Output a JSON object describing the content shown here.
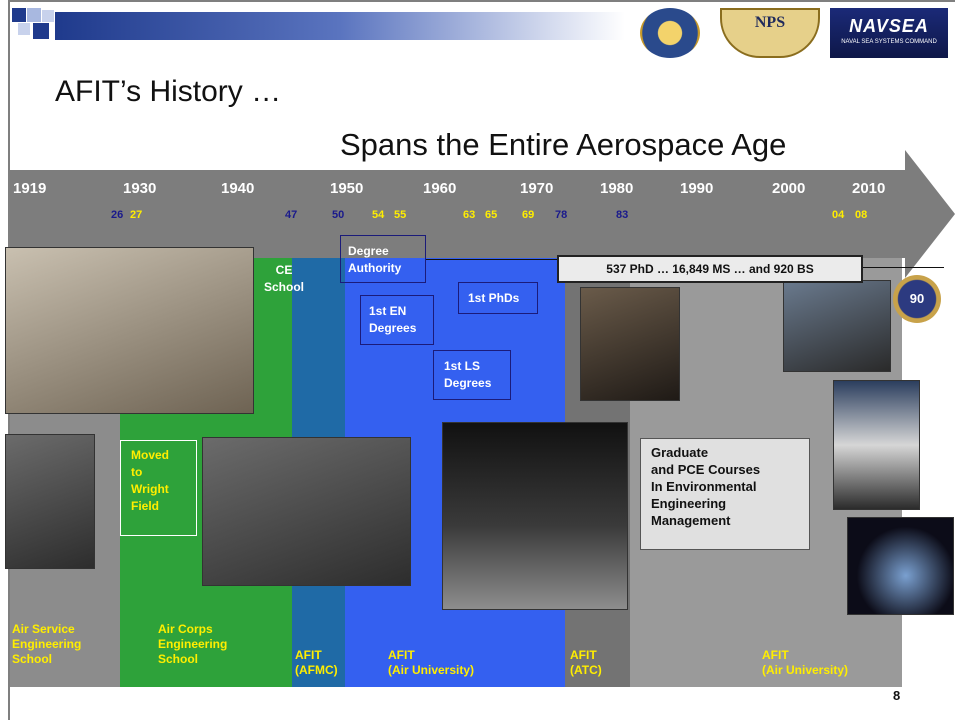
{
  "slide": {
    "title": "AFIT’s History …",
    "subtitle": "Spans the Entire Aerospace Age",
    "page_number": "8"
  },
  "logos": [
    {
      "name": "air-university-seal",
      "text": ""
    },
    {
      "name": "nps-shield",
      "text": "NPS"
    },
    {
      "name": "navsea-logo",
      "text": "NAVSEA",
      "subtext": "NAVAL SEA SYSTEMS COMMAND"
    }
  ],
  "timeline": {
    "years": [
      "1919",
      "1930",
      "1940",
      "1950",
      "1960",
      "1970",
      "1980",
      "1990",
      "2000",
      "2010"
    ],
    "ticks": [
      {
        "label": "26",
        "color": "blue"
      },
      {
        "label": "27",
        "color": "yellow"
      },
      {
        "label": "47",
        "color": "blue"
      },
      {
        "label": "50",
        "color": "blue"
      },
      {
        "label": "54",
        "color": "yellow"
      },
      {
        "label": "55",
        "color": "yellow"
      },
      {
        "label": "63",
        "color": "yellow"
      },
      {
        "label": "65",
        "color": "yellow"
      },
      {
        "label": "69",
        "color": "yellow"
      },
      {
        "label": "78",
        "color": "blue"
      },
      {
        "label": "83",
        "color": "blue"
      },
      {
        "label": "04",
        "color": "yellow"
      },
      {
        "label": "08",
        "color": "yellow"
      }
    ]
  },
  "eras": [
    {
      "label": "Air Service Engineering School",
      "lines": [
        "Air Service",
        "Engineering",
        "School"
      ],
      "color": "#8c8c8c"
    },
    {
      "label": "Air Corps Engineering School",
      "lines": [
        "Air Corps",
        "Engineering",
        "School"
      ],
      "color": "#2ea23a"
    },
    {
      "label": "AFIT (AFMC)",
      "lines": [
        "AFIT",
        "(AFMC)"
      ],
      "color": "#1f6aa6"
    },
    {
      "label": "AFIT (Air University)",
      "lines": [
        "AFIT",
        "(Air University)"
      ],
      "color": "#3460f0"
    },
    {
      "label": "AFIT (ATC)",
      "lines": [
        "AFIT",
        "(ATC)"
      ],
      "color": "#737373"
    },
    {
      "label": "AFIT (Air University)",
      "lines": [
        "AFIT",
        "(Air University)"
      ],
      "color": "#9a9a9a"
    }
  ],
  "callouts": {
    "ce_school": [
      "CE",
      "School"
    ],
    "degree_authority": [
      "Degree",
      "Authority"
    ],
    "first_en": [
      "1st EN",
      "Degrees"
    ],
    "first_phds": "1st PhDs",
    "first_ls": [
      "1st LS",
      "Degrees"
    ],
    "moved": [
      "Moved",
      "to",
      "Wright",
      "Field"
    ],
    "stats": "537 PhD … 16,849 MS … and 920 BS",
    "graduate": [
      "Graduate",
      "and PCE Courses",
      "In Environmental",
      "Engineering",
      "Management"
    ],
    "anniversary": "90"
  }
}
